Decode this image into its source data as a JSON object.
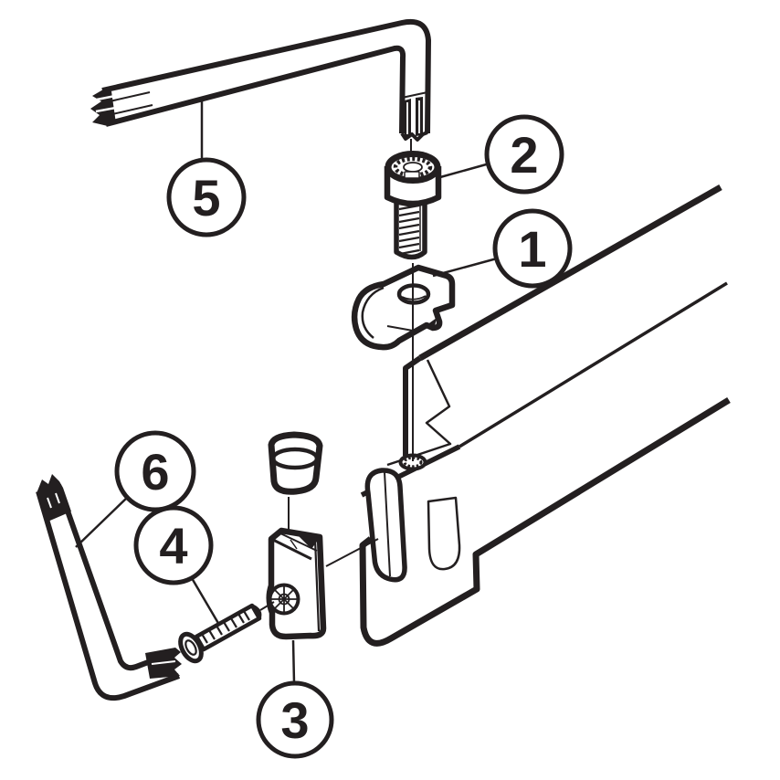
{
  "figure": {
    "background": "#ffffff",
    "ink": "#231f20"
  },
  "callouts": [
    {
      "label": "1"
    },
    {
      "label": "2"
    },
    {
      "label": "3"
    },
    {
      "label": "4"
    },
    {
      "label": "5"
    },
    {
      "label": "6"
    }
  ]
}
